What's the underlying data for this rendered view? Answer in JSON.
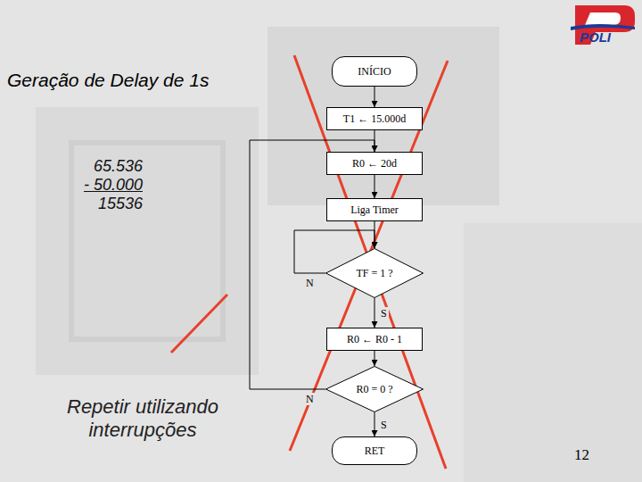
{
  "diagram": {
    "title": "Geração de Delay de 1s",
    "nodes": [
      {
        "text": [
          "INÍCIO"
        ]
      },
      {
        "text": [
          "T1 ← 15.000d"
        ]
      },
      {
        "text": [
          "R0 ← 20d"
        ]
      },
      {
        "text": [
          "Liga Timer"
        ]
      },
      {
        "text": [
          "TF = 1 ?"
        ]
      },
      {
        "text": [
          "R0 ← R0 - 1"
        ]
      },
      {
        "text": [
          "R0 = 0 ?"
        ]
      },
      {
        "text": [
          "RET"
        ]
      }
    ],
    "edges": [
      {
        "from": 0,
        "to": 1,
        "arrow": "to"
      },
      {
        "from": 1,
        "to": 2,
        "arrow": "to"
      },
      {
        "from": 2,
        "to": 3,
        "arrow": "to"
      },
      {
        "from": 3,
        "to": 4,
        "arrow": "to"
      },
      {
        "from": 4,
        "to": 4,
        "label": "N",
        "arrow": "to"
      },
      {
        "from": 4,
        "to": 5,
        "label": "S",
        "arrow": "to"
      },
      {
        "from": 5,
        "to": 6,
        "arrow": "to"
      },
      {
        "from": 6,
        "to": 2,
        "label": "N",
        "arrow": "to"
      },
      {
        "from": 6,
        "to": 7,
        "label": "S",
        "arrow": "to"
      }
    ],
    "labels": [
      "POLI",
      "65.536",
      "- 50.000",
      "15536",
      "Repetir utilizando interrupções",
      "12"
    ]
  }
}
